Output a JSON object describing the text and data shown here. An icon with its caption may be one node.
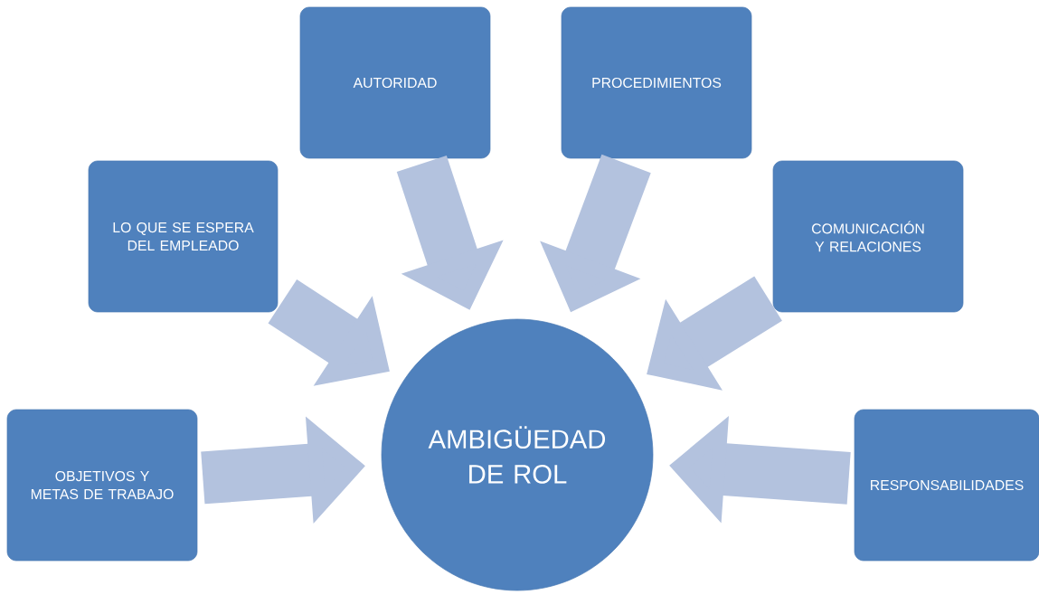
{
  "diagram": {
    "nodes": [
      {
        "text": [
          "AUTORIDAD"
        ]
      },
      {
        "text": [
          "PROCEDIMIENTOS"
        ]
      },
      {
        "text": [
          "LO QUE SE ESPERA DEL EMPLEADO"
        ]
      },
      {
        "text": [
          "COMUNICACIÓN Y RELACIONES"
        ]
      },
      {
        "text": [
          "OBJETIVOS Y METAS DE TRABAJO"
        ]
      },
      {
        "text": [
          "AMBIGÜEDAD DE ROL"
        ]
      },
      {
        "text": [
          "RESPONSABILIDADES"
        ]
      }
    ],
    "edges": [
      {
        "from": 0,
        "to": 5,
        "arrow": "to"
      },
      {
        "from": 1,
        "to": 5,
        "arrow": "to"
      },
      {
        "from": 2,
        "to": 5,
        "arrow": "to"
      },
      {
        "from": 3,
        "to": 5,
        "arrow": "to"
      },
      {
        "from": 4,
        "to": 5,
        "arrow": "to"
      },
      {
        "from": 6,
        "to": 5,
        "arrow": "to"
      }
    ]
  }
}
